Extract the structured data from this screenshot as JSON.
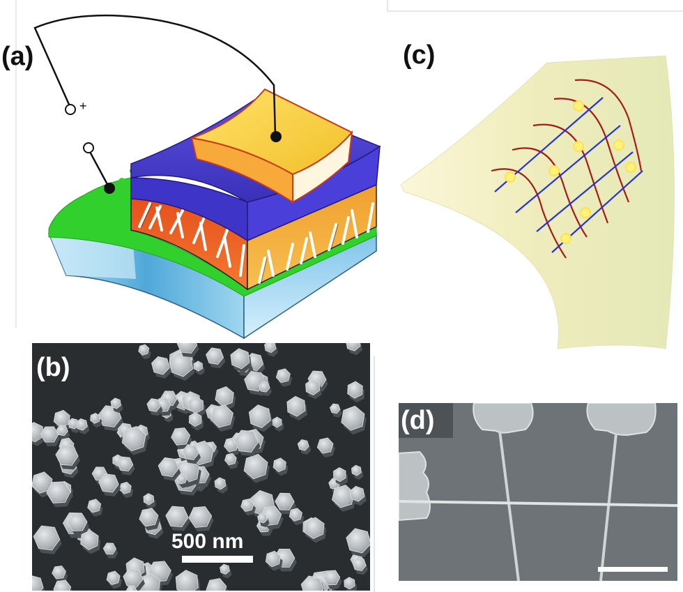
{
  "figure": {
    "panels": [
      {
        "id": "a",
        "label": "(a)"
      },
      {
        "id": "b",
        "label": "(b)"
      },
      {
        "id": "c",
        "label": "(c)"
      },
      {
        "id": "d",
        "label": "(d)"
      }
    ],
    "panel_a": {
      "terminal_sign": "+"
    },
    "panel_b": {
      "scale_bar_label": "500 nm"
    }
  },
  "colors": {
    "substrate_blue": "#4fa8d8",
    "green_layer": "#32d02c",
    "purple_layer": "#4a3fd0",
    "gold_electrode": "#f6d23c",
    "orange_film": "#e85a1c",
    "sheet_yellow": "#f2efb8",
    "wire_red": "#a61a1a",
    "wire_blue": "#2233dd",
    "node_yellow": "#fff27a",
    "sem_gray": "#6f7579"
  }
}
